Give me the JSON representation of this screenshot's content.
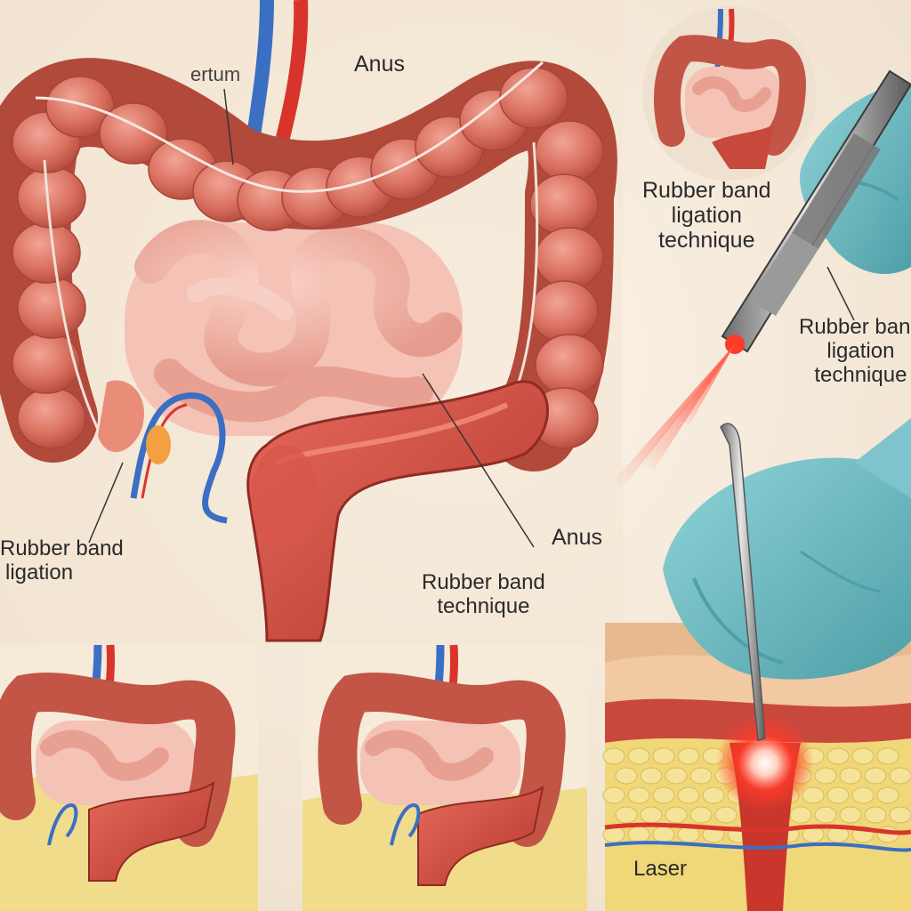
{
  "labels": {
    "rectum": "ertum",
    "anus_top": "Anus",
    "rubber_band_ligation_left": [
      "Rubber band",
      "ligation"
    ],
    "anus_mid": "Anus",
    "rubber_band_technique": [
      "Rubber band",
      "technique"
    ],
    "rubber_band_ligation_technique_top": [
      "Rubber band",
      "ligation",
      "technique"
    ],
    "rubber_band_ligation_technique_right": [
      "Rubber band",
      "ligation",
      "technique"
    ],
    "laser": "Laser"
  },
  "colors": {
    "background": "#f7efe4",
    "colon": "#d9705f",
    "colon_dark": "#b24a3c",
    "small_intestine": "#efa79a",
    "rectum": "#c9483c",
    "artery": "#d9342b",
    "vein": "#3a6fc4",
    "glove": "#6fbfc6",
    "laser": "#ff3b2a",
    "fat_tissue": "#f0d878"
  }
}
